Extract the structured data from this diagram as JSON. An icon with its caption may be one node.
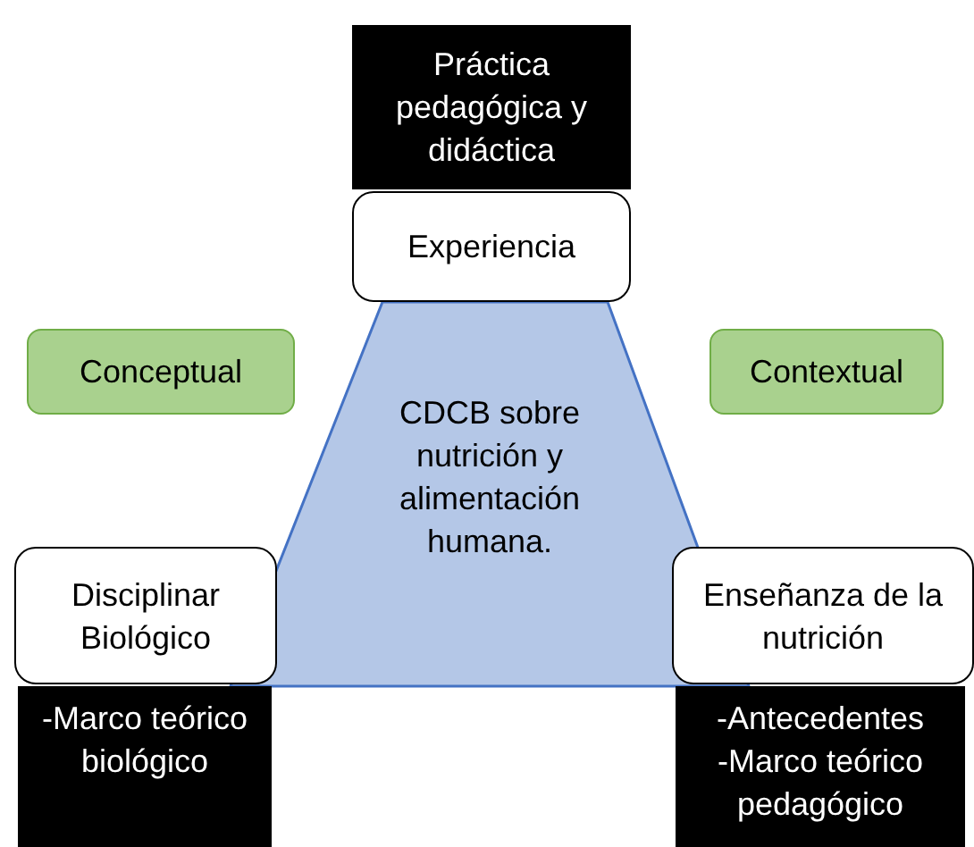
{
  "diagram": {
    "nodes": [
      {
        "text": [
          "Práctica pedagógica y didáctica"
        ]
      },
      {
        "text": [
          "Experiencia"
        ]
      },
      {
        "text": [
          "Conceptual"
        ]
      },
      {
        "text": [
          "Contextual"
        ]
      },
      {
        "text": [
          "CDCB sobre nutrición y alimentación humana."
        ]
      },
      {
        "text": [
          "Disciplinar Biológico"
        ]
      },
      {
        "text": [
          "Enseñanza de la nutrición"
        ]
      },
      {
        "text": [
          "-Marco teórico biológico"
        ]
      },
      {
        "text": [
          "-Antecedentes",
          "-Marco teórico pedagógico"
        ]
      }
    ]
  }
}
